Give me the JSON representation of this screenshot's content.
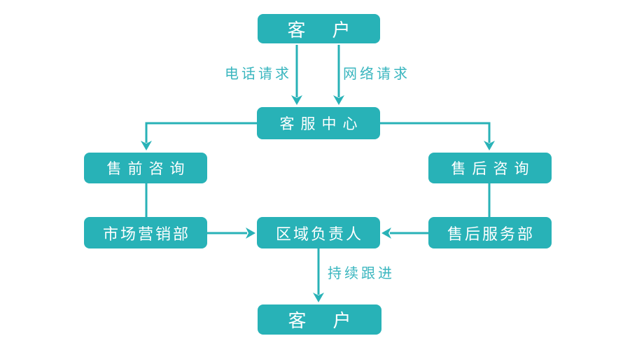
{
  "colors": {
    "box_fill": "#28b2b7",
    "line": "#28b2b7",
    "edge_label_text": "#3ab6bf",
    "box_text": "#ffffff",
    "background": "#ffffff"
  },
  "nodes": {
    "customer_top": "客　户",
    "service_center": "客服中心",
    "presales": "售前咨询",
    "aftersales": "售后咨询",
    "marketing": "市场营销部",
    "regional_manager": "区域负责人",
    "aftersales_service": "售后服务部",
    "customer_bottom": "客　户"
  },
  "edge_labels": {
    "phone_request": "电话请求",
    "web_request": "网络请求",
    "follow_up": "持续跟进"
  },
  "edges": [
    {
      "from": "customer_top",
      "to": "service_center",
      "label": "电话请求",
      "arrow": "down"
    },
    {
      "from": "customer_top",
      "to": "service_center",
      "label": "网络请求",
      "arrow": "down"
    },
    {
      "from": "service_center",
      "to": "presales",
      "label": "",
      "arrow": "down"
    },
    {
      "from": "service_center",
      "to": "aftersales",
      "label": "",
      "arrow": "down"
    },
    {
      "from": "presales",
      "to": "marketing",
      "label": "",
      "arrow": "none"
    },
    {
      "from": "aftersales",
      "to": "aftersales_service",
      "label": "",
      "arrow": "none"
    },
    {
      "from": "marketing",
      "to": "regional_manager",
      "label": "",
      "arrow": "right"
    },
    {
      "from": "aftersales_service",
      "to": "regional_manager",
      "label": "",
      "arrow": "left"
    },
    {
      "from": "regional_manager",
      "to": "customer_bottom",
      "label": "持续跟进",
      "arrow": "down"
    }
  ]
}
